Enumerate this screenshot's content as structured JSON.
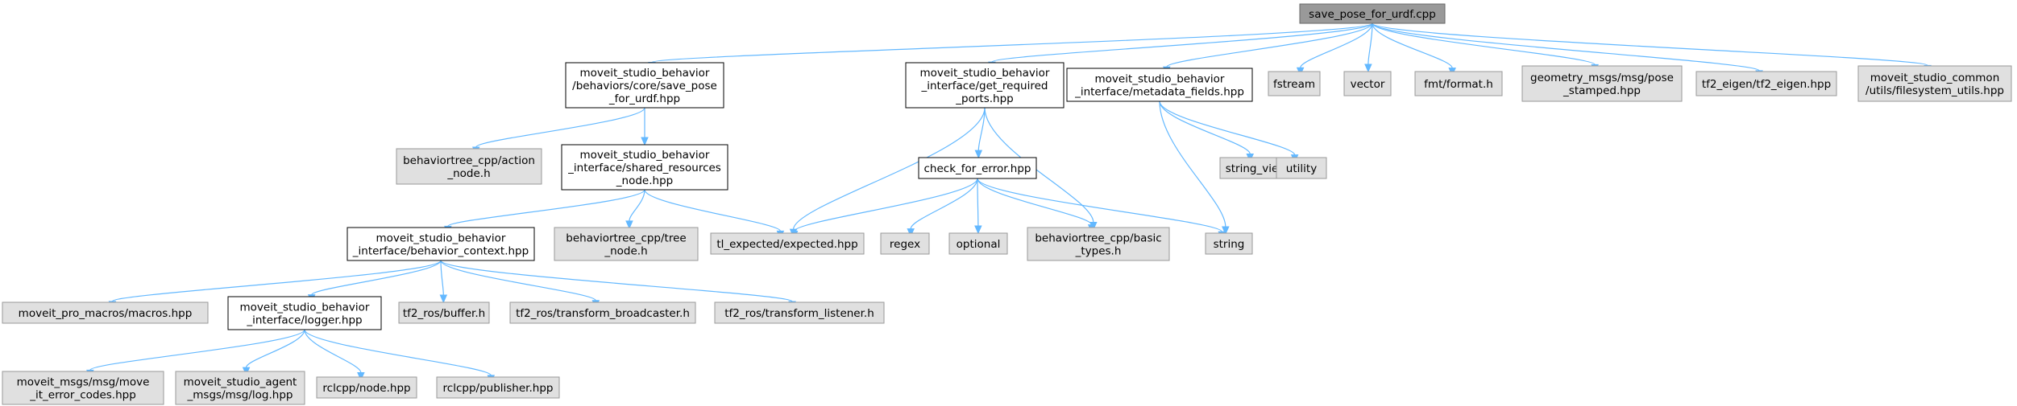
{
  "nodes": [
    {
      "id": "root",
      "kind": "root",
      "lines": [
        "save_pose_for_urdf.cpp"
      ]
    },
    {
      "id": "n_save_pose",
      "kind": "local",
      "lines": [
        "moveit_studio_behavior",
        "/behaviors/core/save_pose",
        "_for_urdf.hpp"
      ]
    },
    {
      "id": "n_get_required",
      "kind": "local",
      "lines": [
        "moveit_studio_behavior",
        "_interface/get_required",
        "_ports.hpp"
      ]
    },
    {
      "id": "n_metadata",
      "kind": "local",
      "lines": [
        "moveit_studio_behavior",
        "_interface/metadata_fields.hpp"
      ]
    },
    {
      "id": "n_fstream",
      "kind": "system",
      "lines": [
        "fstream"
      ]
    },
    {
      "id": "n_vector",
      "kind": "system",
      "lines": [
        "vector"
      ]
    },
    {
      "id": "n_fmt",
      "kind": "system",
      "lines": [
        "fmt/format.h"
      ]
    },
    {
      "id": "n_geometry",
      "kind": "system",
      "lines": [
        "geometry_msgs/msg/pose",
        "_stamped.hpp"
      ]
    },
    {
      "id": "n_tf2_eigen",
      "kind": "system",
      "lines": [
        "tf2_eigen/tf2_eigen.hpp"
      ]
    },
    {
      "id": "n_filesystem",
      "kind": "system",
      "lines": [
        "moveit_studio_common",
        "/utils/filesystem_utils.hpp"
      ]
    },
    {
      "id": "n_action_node",
      "kind": "system",
      "lines": [
        "behaviortree_cpp/action",
        "_node.h"
      ]
    },
    {
      "id": "n_shared",
      "kind": "local",
      "lines": [
        "moveit_studio_behavior",
        "_interface/shared_resources",
        "_node.hpp"
      ]
    },
    {
      "id": "n_check_error",
      "kind": "local",
      "lines": [
        "check_for_error.hpp"
      ]
    },
    {
      "id": "n_string_view",
      "kind": "system",
      "lines": [
        "string_view"
      ]
    },
    {
      "id": "n_utility",
      "kind": "system",
      "lines": [
        "utility"
      ]
    },
    {
      "id": "n_context",
      "kind": "local",
      "lines": [
        "moveit_studio_behavior",
        "_interface/behavior_context.hpp"
      ]
    },
    {
      "id": "n_tree_node",
      "kind": "system",
      "lines": [
        "behaviortree_cpp/tree",
        "_node.h"
      ]
    },
    {
      "id": "n_expected",
      "kind": "system",
      "lines": [
        "tl_expected/expected.hpp"
      ]
    },
    {
      "id": "n_regex",
      "kind": "system",
      "lines": [
        "regex"
      ]
    },
    {
      "id": "n_optional",
      "kind": "system",
      "lines": [
        "optional"
      ]
    },
    {
      "id": "n_basic_types",
      "kind": "system",
      "lines": [
        "behaviortree_cpp/basic",
        "_types.h"
      ]
    },
    {
      "id": "n_string",
      "kind": "system",
      "lines": [
        "string"
      ]
    },
    {
      "id": "n_macros",
      "kind": "system",
      "lines": [
        "moveit_pro_macros/macros.hpp"
      ]
    },
    {
      "id": "n_logger",
      "kind": "local",
      "lines": [
        "moveit_studio_behavior",
        "_interface/logger.hpp"
      ]
    },
    {
      "id": "n_buffer",
      "kind": "system",
      "lines": [
        "tf2_ros/buffer.h"
      ]
    },
    {
      "id": "n_broadcaster",
      "kind": "system",
      "lines": [
        "tf2_ros/transform_broadcaster.h"
      ]
    },
    {
      "id": "n_listener",
      "kind": "system",
      "lines": [
        "tf2_ros/transform_listener.h"
      ]
    },
    {
      "id": "n_error_codes",
      "kind": "system",
      "lines": [
        "moveit_msgs/msg/move",
        "_it_error_codes.hpp"
      ]
    },
    {
      "id": "n_log",
      "kind": "system",
      "lines": [
        "moveit_studio_agent",
        "_msgs/msg/log.hpp"
      ]
    },
    {
      "id": "n_rcl_node",
      "kind": "system",
      "lines": [
        "rclcpp/node.hpp"
      ]
    },
    {
      "id": "n_publisher",
      "kind": "system",
      "lines": [
        "rclcpp/publisher.hpp"
      ]
    }
  ],
  "edges": [
    [
      "root",
      "n_save_pose"
    ],
    [
      "root",
      "n_get_required"
    ],
    [
      "root",
      "n_metadata"
    ],
    [
      "root",
      "n_fstream"
    ],
    [
      "root",
      "n_vector"
    ],
    [
      "root",
      "n_fmt"
    ],
    [
      "root",
      "n_geometry"
    ],
    [
      "root",
      "n_tf2_eigen"
    ],
    [
      "root",
      "n_filesystem"
    ],
    [
      "n_save_pose",
      "n_action_node"
    ],
    [
      "n_save_pose",
      "n_shared"
    ],
    [
      "n_get_required",
      "n_check_error"
    ],
    [
      "n_get_required",
      "n_expected"
    ],
    [
      "n_get_required",
      "n_basic_types"
    ],
    [
      "n_metadata",
      "n_string_view"
    ],
    [
      "n_metadata",
      "n_utility"
    ],
    [
      "n_metadata",
      "n_string"
    ],
    [
      "n_shared",
      "n_context"
    ],
    [
      "n_shared",
      "n_tree_node"
    ],
    [
      "n_shared",
      "n_expected"
    ],
    [
      "n_check_error",
      "n_expected"
    ],
    [
      "n_check_error",
      "n_regex"
    ],
    [
      "n_check_error",
      "n_optional"
    ],
    [
      "n_check_error",
      "n_basic_types"
    ],
    [
      "n_check_error",
      "n_string"
    ],
    [
      "n_context",
      "n_macros"
    ],
    [
      "n_context",
      "n_logger"
    ],
    [
      "n_context",
      "n_buffer"
    ],
    [
      "n_context",
      "n_broadcaster"
    ],
    [
      "n_context",
      "n_listener"
    ],
    [
      "n_logger",
      "n_error_codes"
    ],
    [
      "n_logger",
      "n_log"
    ],
    [
      "n_logger",
      "n_rcl_node"
    ],
    [
      "n_logger",
      "n_publisher"
    ]
  ]
}
